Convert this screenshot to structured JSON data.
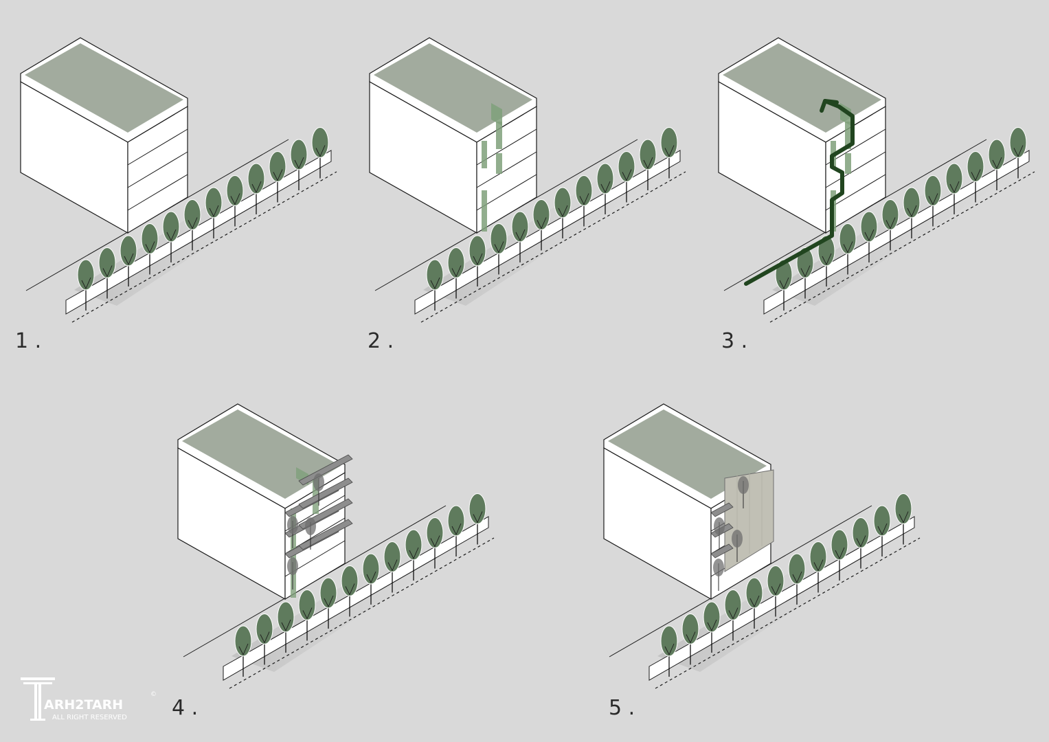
{
  "colors": {
    "background": "#d9d9d9",
    "roof": "#a2ab9e",
    "wall": "#ffffff",
    "tree": "#5f7b5d",
    "accent_light": "#7fa07a",
    "accent_dark": "#21451f",
    "facade_panel": "#c1c0b5",
    "shadow": "#b7b7b7"
  },
  "steps": [
    {
      "label": "1 .",
      "variant": "base"
    },
    {
      "label": "2 .",
      "variant": "void_strip"
    },
    {
      "label": "3 .",
      "variant": "circulation_path"
    },
    {
      "label": "4 .",
      "variant": "terraces_with_trees"
    },
    {
      "label": "5 .",
      "variant": "facade_screen"
    }
  ],
  "logo": {
    "name": "ARH2TARH",
    "copyright": "©",
    "subtitle": "ALL RIGHT RESERVED"
  }
}
